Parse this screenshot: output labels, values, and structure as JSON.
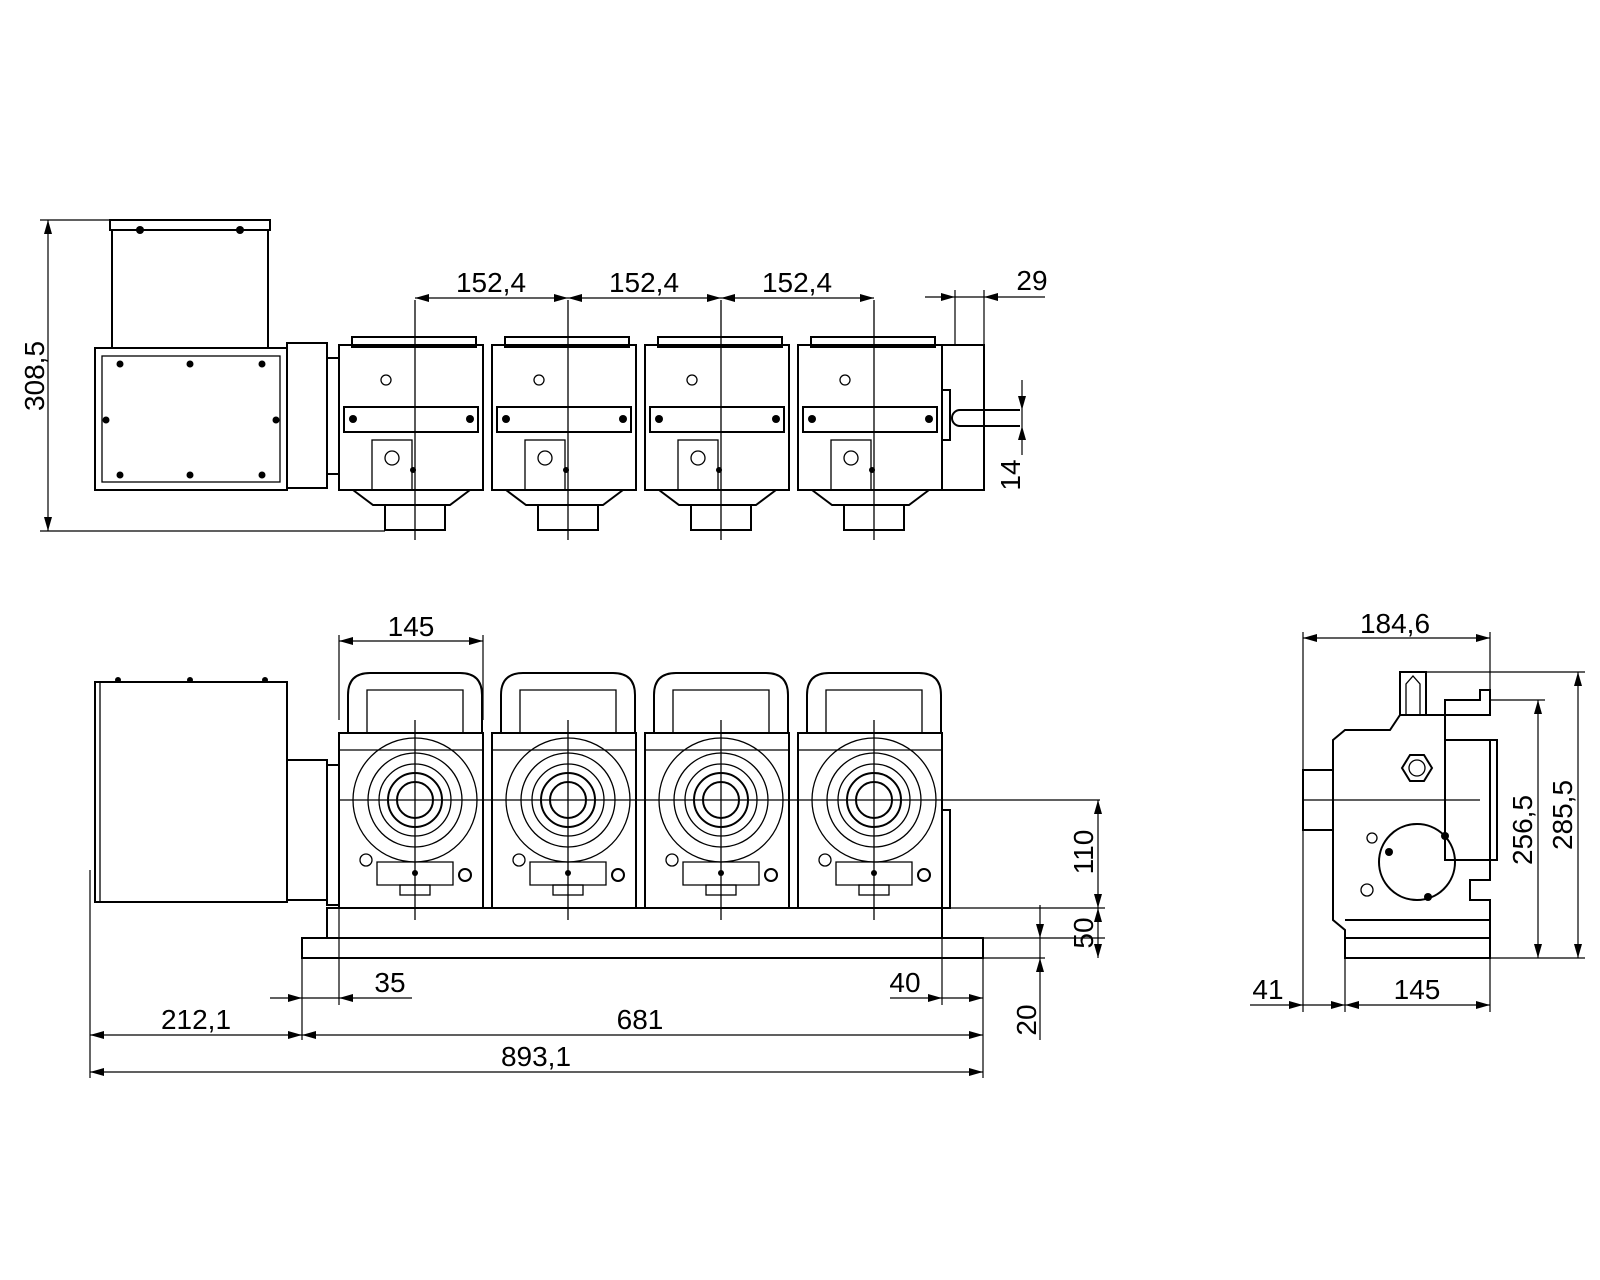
{
  "drawing": {
    "top_view": {
      "pitch_1": "152,4",
      "pitch_2": "152,4",
      "pitch_3": "152,4",
      "end_offset": "29",
      "overall_height": "308,5",
      "slot_width": "14"
    },
    "front_view": {
      "unit_width": "145",
      "axis_height": "110",
      "base_block_height": "50",
      "plate_thickness": "20",
      "left_margin": "35",
      "right_margin": "40",
      "motor_offset": "212,1",
      "base_length": "681",
      "overall_length": "893,1"
    },
    "side_view": {
      "overall_width": "184,6",
      "spindle_stickout": "41",
      "base_width": "145",
      "axis_to_top": "256,5",
      "overall_height": "285,5"
    }
  }
}
